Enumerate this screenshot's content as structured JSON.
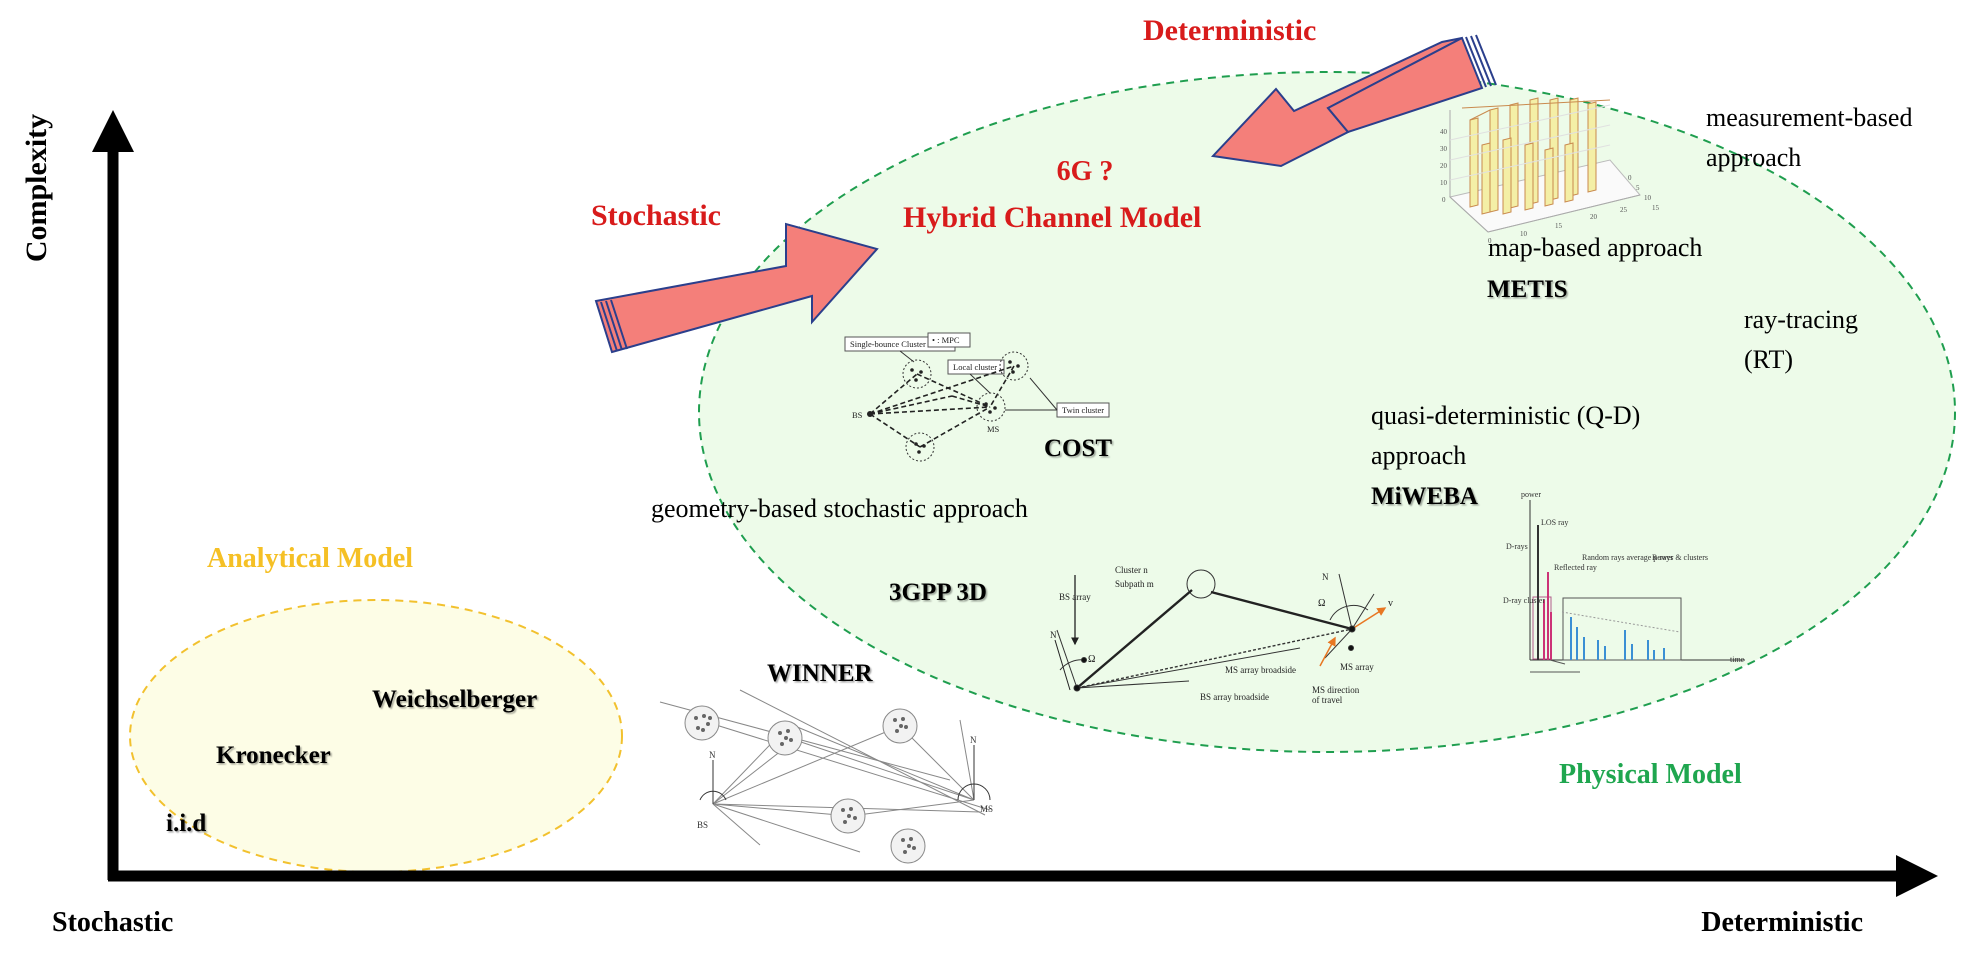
{
  "axes": {
    "y_label": "Complexity",
    "x_left_label": "Stochastic",
    "x_right_label": "Deterministic"
  },
  "analytical": {
    "title": "Analytical Model",
    "items": [
      "Weichselberger",
      "Kronecker",
      "i.i.d"
    ]
  },
  "physical": {
    "title": "Physical Model",
    "geometry_label": "geometry-based stochastic approach",
    "winner": "WINNER",
    "gpp": "3GPP 3D",
    "cost": "COST",
    "qd_line1": "quasi-deterministic (Q-D)",
    "qd_line2": "approach",
    "miweba": "MiWEBA",
    "map_label": "map-based approach",
    "metis": "METIS",
    "rt_line1": "ray-tracing",
    "rt_line2": "(RT)",
    "meas_line1": "measurement-based",
    "meas_line2": "approach"
  },
  "hybrid": {
    "question": "6G ?",
    "title": "Hybrid Channel Model"
  },
  "arrows": {
    "stochastic_label": "Stochastic",
    "deterministic_label": "Deterministic"
  },
  "cost_figure": {
    "single_bounce": "Single-bounce Cluster",
    "mpc": "• : MPC",
    "local_cluster": "Local cluster",
    "twin_cluster": "Twin cluster",
    "bs": "BS",
    "ms": "MS"
  },
  "gpp_figure": {
    "cluster_n": "Cluster n",
    "subpath_m": "Subpath m",
    "bs_array": "BS array",
    "n_top": "N",
    "n_left": "N",
    "ms_array": "MS array",
    "ms_array_broadside": "MS array broadside",
    "bs_array_broadside": "BS array broadside",
    "ms_direction": "MS direction",
    "of_travel": "of travel",
    "omega_ms": "Ω",
    "omega_bs": "Ω",
    "v_label": "v"
  },
  "winner_figure": {
    "n1": "N",
    "n2": "N",
    "bs": "BS",
    "ms": "MS"
  },
  "miweba_figure": {
    "power": "power",
    "los_ray": "LOS ray",
    "d_rays": "D-rays",
    "reflected_ray": "Reflected ray",
    "random_rays": "Random rays average power",
    "r_rays": "R-rays & clusters",
    "d_ray_cluster": "D-ray cluster",
    "time": "time"
  },
  "metis_figure": {
    "y_ticks": [
      "40",
      "30",
      "20",
      "10",
      "0"
    ],
    "x_ticks": [
      "0",
      "10",
      "15",
      "20",
      "25"
    ],
    "z_ticks": [
      "0",
      "5",
      "10",
      "15"
    ]
  },
  "colors": {
    "axis": "#000000",
    "analytical_fill": "#fdfde6",
    "analytical_border": "#f2c12e",
    "analytical_title": "#f5c025",
    "physical_fill": "#edfbe9",
    "physical_border": "#1f9e4f",
    "physical_title": "#1fa64f",
    "accent_red": "#d81b1b",
    "arrow_fill": "#f47f7a",
    "arrow_edge": "#2b3f8c"
  }
}
